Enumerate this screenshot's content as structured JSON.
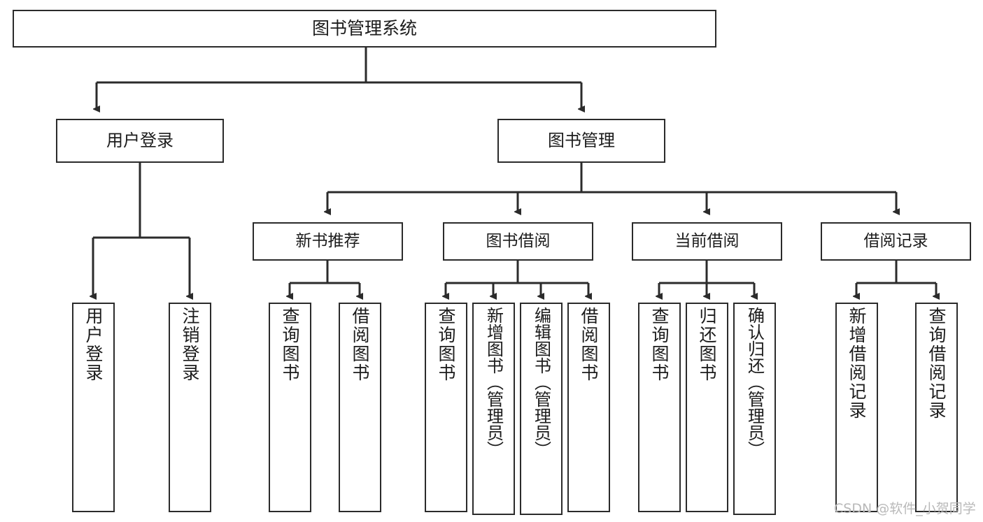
{
  "diagram": {
    "title": "图书管理系统",
    "type": "hierarchy-tree",
    "watermark": "CSDN @软件_小贺同学",
    "colors": {
      "stroke": "#2b2b2b",
      "fill": "#ffffff",
      "text": "#1c1c1c",
      "watermark": "#b9b9b9"
    },
    "root": {
      "label": "图书管理系统"
    },
    "level1": [
      {
        "label": "用户登录"
      },
      {
        "label": "图书管理"
      }
    ],
    "level2": [
      {
        "label": "新书推荐"
      },
      {
        "label": "图书借阅"
      },
      {
        "label": "当前借阅"
      },
      {
        "label": "借阅记录"
      }
    ],
    "leaves": {
      "user_login": [
        {
          "label": "用户登录"
        },
        {
          "label": "注销登录"
        }
      ],
      "new_book_recommend": [
        {
          "label": "查询图书"
        },
        {
          "label": "借阅图书"
        }
      ],
      "book_borrow": [
        {
          "label": "查询图书"
        },
        {
          "label": "新增图书（管理员）"
        },
        {
          "label": "编辑图书（管理员）"
        },
        {
          "label": "借阅图书"
        }
      ],
      "current_borrow": [
        {
          "label": "查询图书"
        },
        {
          "label": "归还图书"
        },
        {
          "label": "确认归还（管理员）"
        }
      ],
      "borrow_record": [
        {
          "label": "新增借阅记录"
        },
        {
          "label": "查询借阅记录"
        }
      ]
    }
  }
}
